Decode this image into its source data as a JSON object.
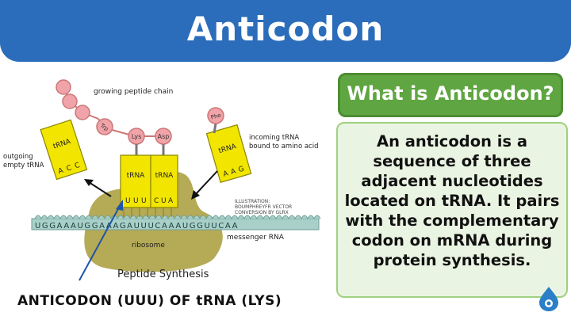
{
  "header": {
    "title": "Anticodon"
  },
  "diagram": {
    "growing_chain_label": "growing peptide chain",
    "incoming_label_line1": "incoming tRNA",
    "incoming_label_line2": "bound to amino acid",
    "outgoing_label_line1": "outgoing",
    "outgoing_label_line2": "empty tRNA",
    "trna_label": "tRNA",
    "aa_trp": "Trp",
    "aa_lys": "Lys",
    "aa_asp": "Asp",
    "aa_phe": "Phe",
    "outgoing_anticodon": [
      "A",
      "C",
      "C"
    ],
    "lys_anticodon": [
      "U",
      "U",
      "U"
    ],
    "asp_anticodon": [
      "C",
      "U",
      "A"
    ],
    "incoming_anticodon": [
      "A",
      "A",
      "G"
    ],
    "mrna_sequence": "UGGAAAUGGAAAGAUUUCAAAUGGUUCAA",
    "illustration_line1": "ILLUSTRATION:",
    "illustration_line2": "BOUMPHREYFR VECTOR",
    "illustration_line3": "CONVERSION BY GLRX",
    "ribosome_label": "ribosome",
    "mrna_label": "messenger RNA",
    "process_label": "Peptide Synthesis",
    "caption": "ANTICODON (UUU) OF tRNA (LYS)"
  },
  "panel": {
    "question": "What is Anticodon?",
    "definition": "An anticodon is a sequence of three adjacent nucleotides located on tRNA. It pairs with the complementary codon on mRNA during protein synthesis."
  },
  "colors": {
    "header_bg": "#2b6dbb",
    "question_bg": "#5fa541",
    "definition_bg": "#eaf4e2",
    "trna_yellow": "#f2e600",
    "amino_pink": "#f0a3a8",
    "ribosome": "#b5aa55",
    "mrna": "#a8d0c9"
  }
}
